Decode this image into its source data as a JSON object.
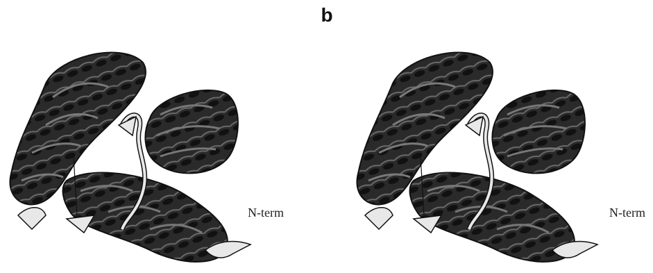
{
  "figure": {
    "panel_label": "b",
    "terminus_label": "N-term",
    "views": [
      "left-eye-view",
      "right-eye-view"
    ],
    "colors": {
      "helix_dark": "#2a2a2a",
      "helix_mid": "#4a4a4a",
      "coil_light": "#e8e8e8",
      "background": "#ffffff"
    }
  }
}
